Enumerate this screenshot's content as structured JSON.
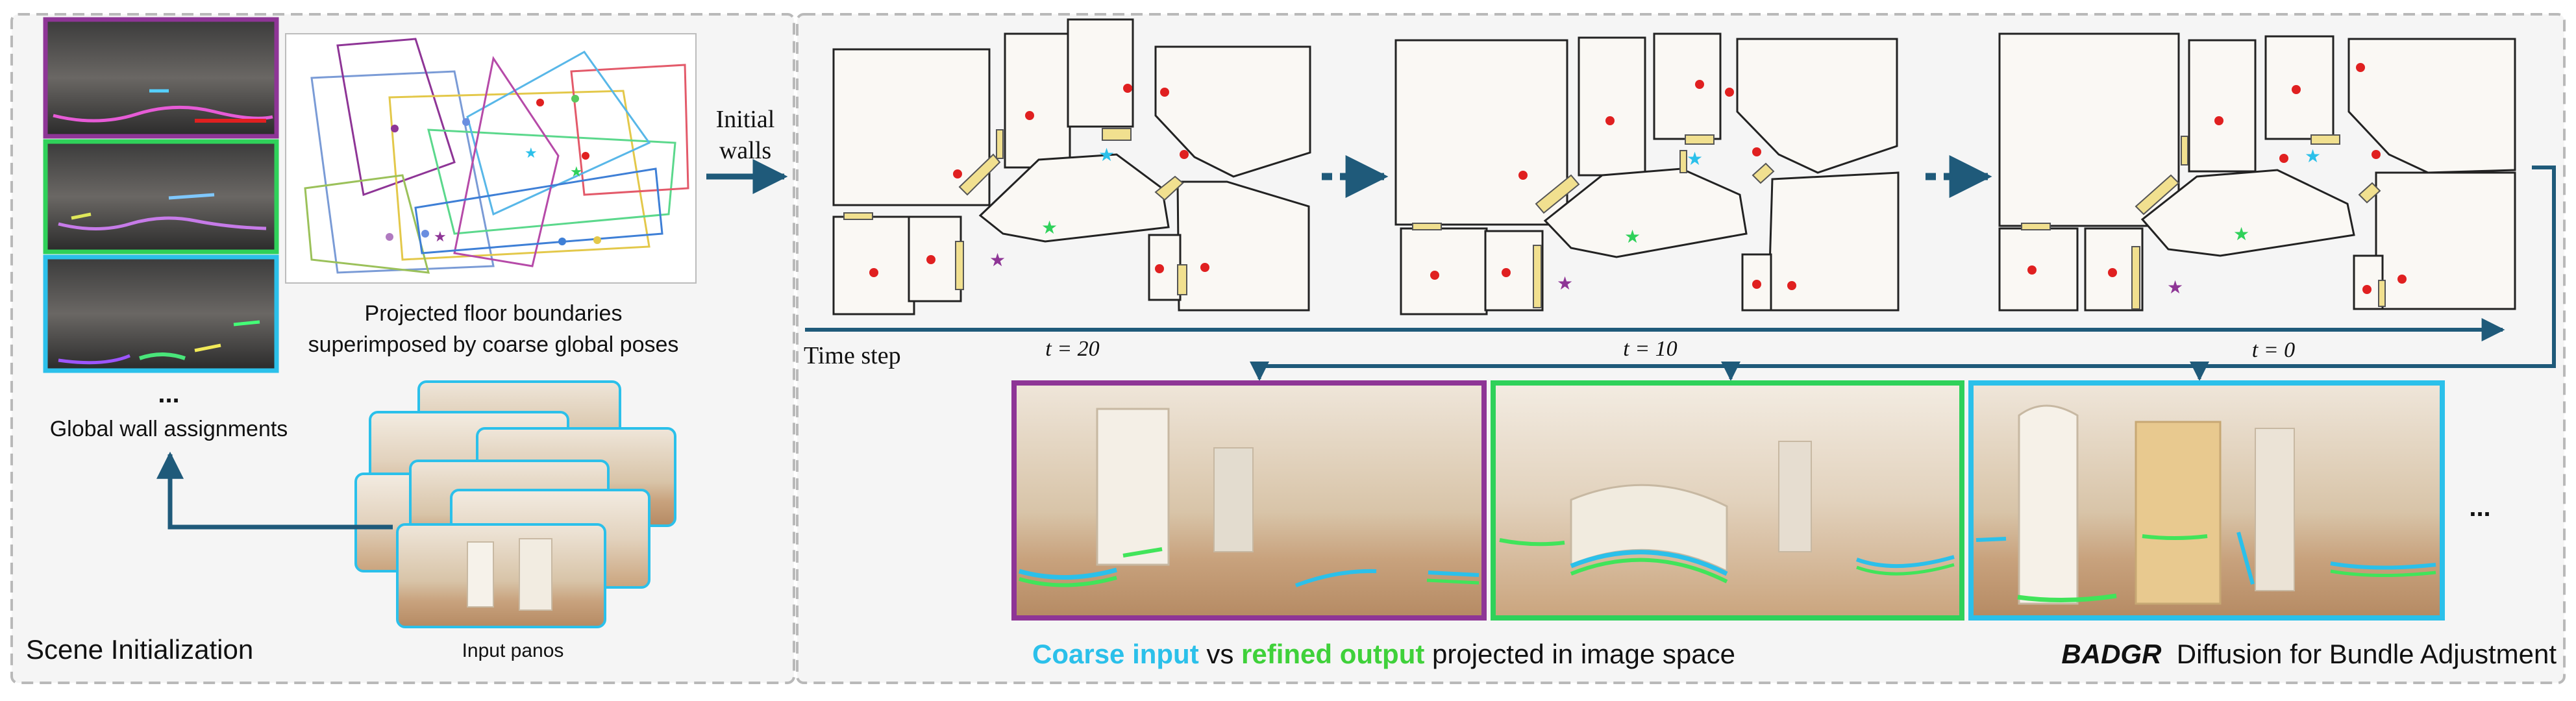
{
  "scene_init": {
    "panel_title": "Scene Initialization",
    "ellipsis": "...",
    "wall_assign_label": "Global wall assignments",
    "projected_caption_line1": "Projected floor boundaries",
    "projected_caption_line2": "superimposed by coarse global poses",
    "input_panos_label": "Input panos",
    "initial_walls_line1": "Initial",
    "initial_walls_line2": "walls"
  },
  "diffusion": {
    "time_step_label": "Time step",
    "steps": [
      "t = 20",
      "t = 10",
      "t = 0"
    ],
    "legend_coarse": "Coarse input",
    "legend_vs": " vs ",
    "legend_refined": "refined output",
    "legend_rest": " projected in image space",
    "brand": "BADGR",
    "brand_desc": "Diffusion for Bundle Adjustment",
    "ellipsis": "..."
  },
  "colors": {
    "panel_border": "#b9b9b9",
    "panel_bg": "#f4f4f4",
    "arrow": "#1f5a7a",
    "purple": "#8e3596",
    "green": "#2fd15a",
    "cyan": "#2bc0ea",
    "red_dot": "#e02020",
    "door": "#f1e08f",
    "room_fill": "#faf8f4",
    "coarse_text": "#2bc0ea",
    "refined_text": "#3fd13a"
  }
}
